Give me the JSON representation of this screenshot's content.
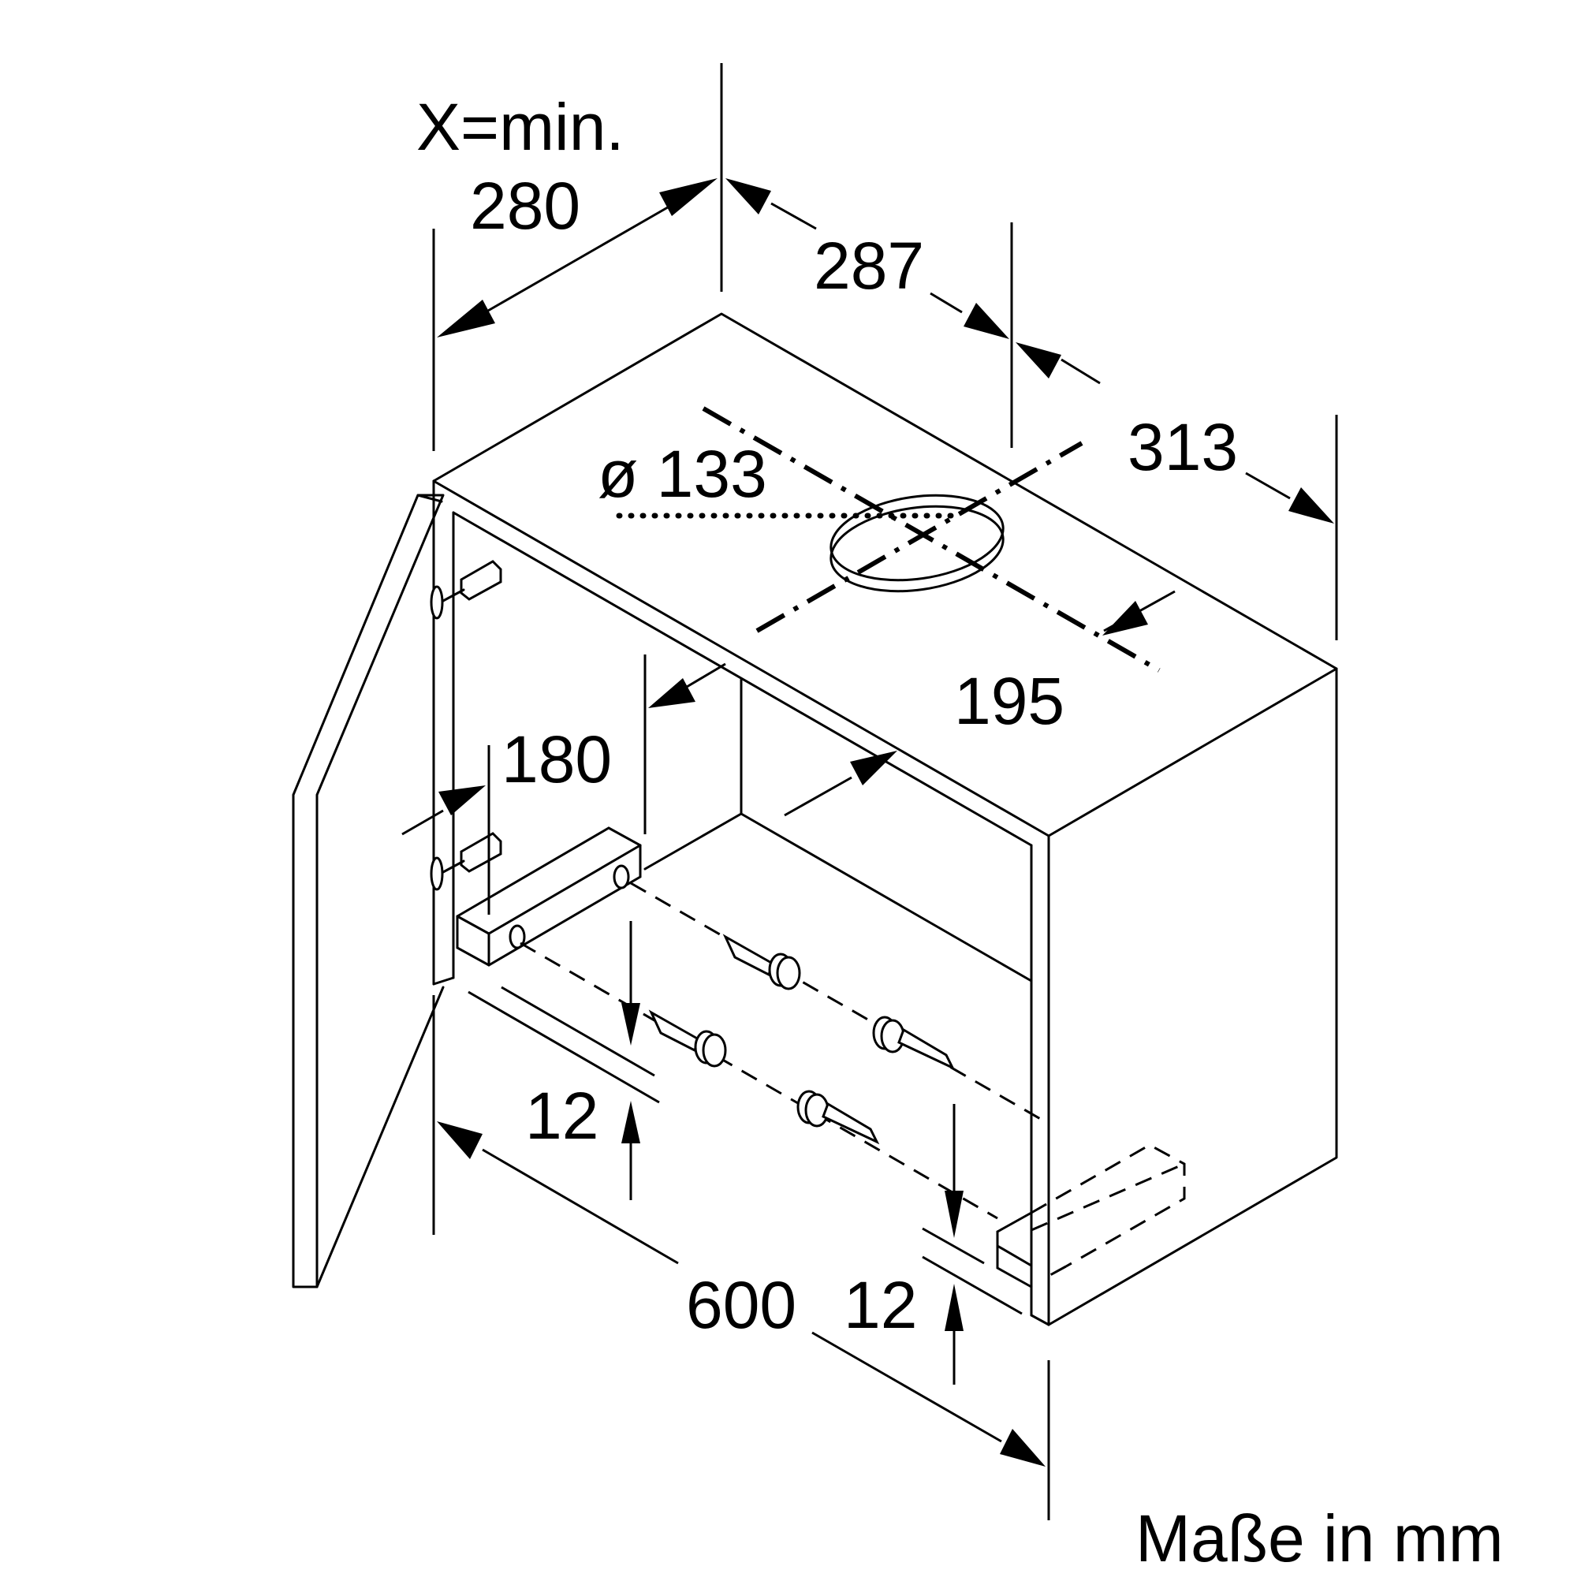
{
  "labels": {
    "x_min": "X=min.",
    "x_value": "280",
    "depth_287": "287",
    "depth_313": "313",
    "diameter": "ø 133",
    "offset_195": "195",
    "height_180": "180",
    "rail_12_left": "12",
    "width_600": "600",
    "rail_12_right": "12",
    "units": "Maße in mm"
  }
}
